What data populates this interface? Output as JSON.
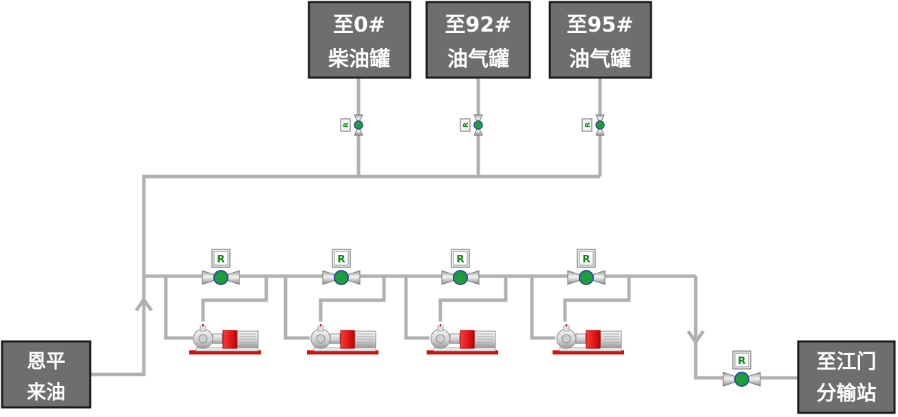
{
  "tanks": {
    "diesel0": {
      "line1": "至0#",
      "line2": "柴油罐"
    },
    "gas92": {
      "line1": "至92#",
      "line2": "油气罐"
    },
    "gas95": {
      "line1": "至95#",
      "line2": "油气罐"
    }
  },
  "source": {
    "line1": "恩平",
    "line2": "来油"
  },
  "destination": {
    "line1": "至江门",
    "line2": "分输站"
  },
  "valve_label": "R",
  "colors": {
    "pipe": "#b0b0b0",
    "box_fill": "#6e6e6e",
    "box_border": "#1a1a1a",
    "valve_green": "#1e9e3a",
    "pump_motor": "#e01010"
  },
  "icons": {
    "valve": "control-valve-icon",
    "pump": "centrifugal-pump-icon",
    "arrow": "flow-arrow-icon"
  }
}
